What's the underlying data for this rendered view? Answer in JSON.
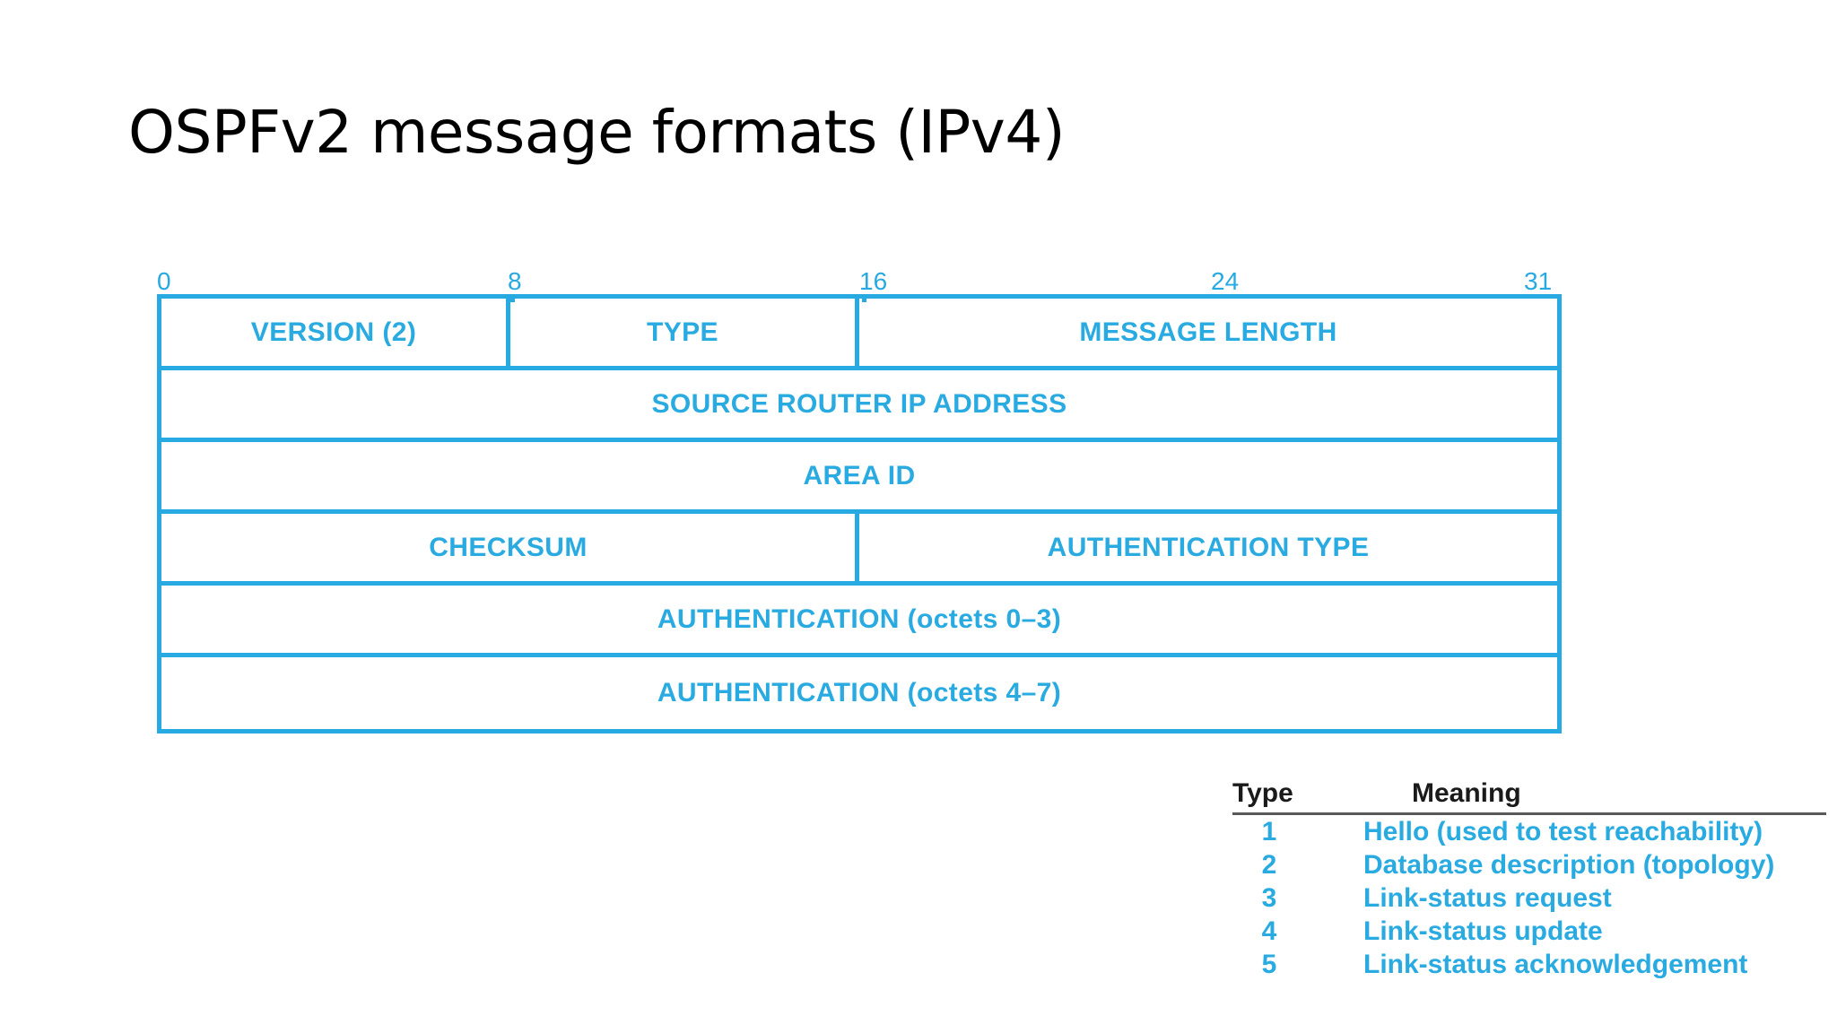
{
  "slide": {
    "title": "OSPFv2 message formats (IPv4)"
  },
  "colors": {
    "field_blue": "#29ABE2",
    "border_blue": "#27A9E1",
    "header_text": "#1a1a1a",
    "rule_gray": "#595959",
    "background": "#ffffff"
  },
  "packet_diagram": {
    "name": "OSPFv2 common header",
    "bit_ruler": {
      "labels": [
        "0",
        "8",
        "16",
        "24",
        "31"
      ],
      "bits": [
        0,
        8,
        16,
        24,
        31
      ]
    },
    "rows": [
      {
        "cells": [
          {
            "label": "VERSION (2)",
            "bits": 8
          },
          {
            "label": "TYPE",
            "bits": 8
          },
          {
            "label": "MESSAGE LENGTH",
            "bits": 16
          }
        ]
      },
      {
        "cells": [
          {
            "label": "SOURCE ROUTER IP ADDRESS",
            "bits": 32
          }
        ]
      },
      {
        "cells": [
          {
            "label": "AREA ID",
            "bits": 32
          }
        ]
      },
      {
        "cells": [
          {
            "label": "CHECKSUM",
            "bits": 16
          },
          {
            "label": "AUTHENTICATION TYPE",
            "bits": 16
          }
        ]
      },
      {
        "cells": [
          {
            "label": "AUTHENTICATION (octets 0–3)",
            "bits": 32
          }
        ]
      },
      {
        "cells": [
          {
            "label": "AUTHENTICATION (octets 4–7)",
            "bits": 32
          }
        ]
      }
    ]
  },
  "type_table": {
    "headers": {
      "type": "Type",
      "meaning": "Meaning"
    },
    "rows": [
      {
        "type": "1",
        "meaning": "Hello (used to test reachability)"
      },
      {
        "type": "2",
        "meaning": "Database description (topology)"
      },
      {
        "type": "3",
        "meaning": "Link-status request"
      },
      {
        "type": "4",
        "meaning": "Link-status update"
      },
      {
        "type": "5",
        "meaning": "Link-status acknowledgement"
      }
    ]
  }
}
